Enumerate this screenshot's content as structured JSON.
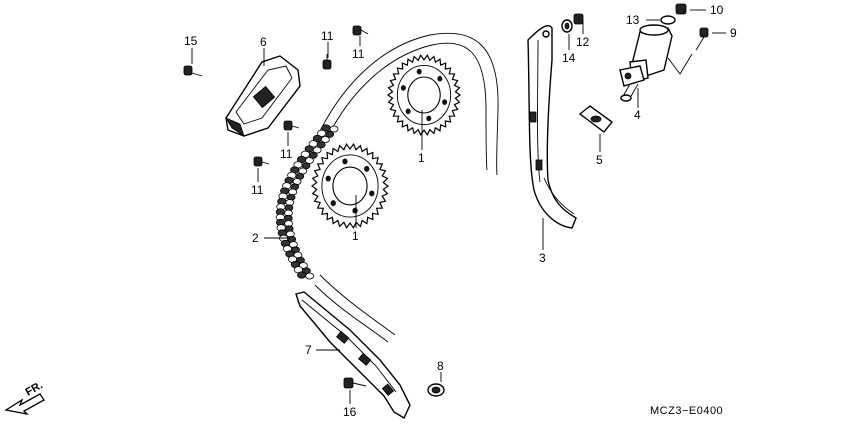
{
  "callouts": {
    "c1a": "1",
    "c1b": "1",
    "c2": "2",
    "c3": "3",
    "c4": "4",
    "c5": "5",
    "c6": "6",
    "c7": "7",
    "c8": "8",
    "c9": "9",
    "c10": "10",
    "c11a": "11",
    "c11b": "11",
    "c11c": "11",
    "c11d": "11",
    "c12": "12",
    "c13": "13",
    "c14": "14",
    "c15": "15",
    "c16": "16"
  },
  "direction_label": "FR.",
  "diagram_code": "MCZ3−E0400",
  "icons": {
    "front_arrow": "front-arrow-icon"
  }
}
